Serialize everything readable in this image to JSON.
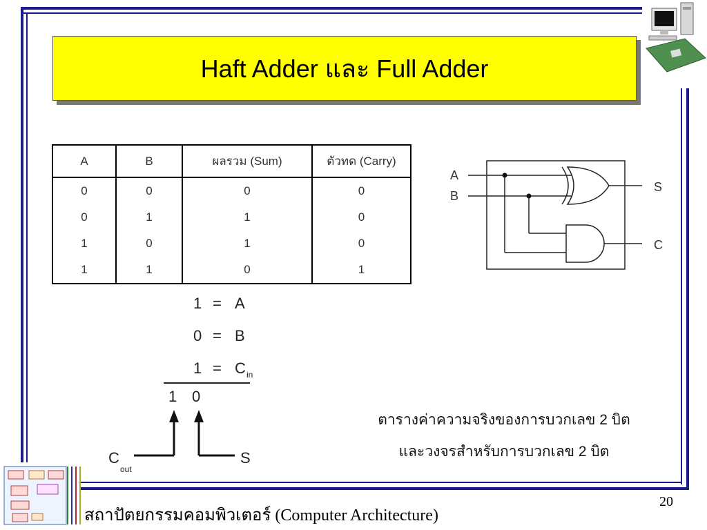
{
  "slide": {
    "title": "Haft Adder และ Full Adder",
    "footer": "สถาปัตยกรรมคอมพิวเตอร์ (Computer Architecture)",
    "page_number": "20"
  },
  "truth_table": {
    "headers": [
      "A",
      "B",
      "ผลรวม (Sum)",
      "ตัวทด (Carry)"
    ],
    "rows": [
      [
        "0",
        "0",
        "0",
        "0"
      ],
      [
        "0",
        "1",
        "1",
        "0"
      ],
      [
        "1",
        "0",
        "1",
        "0"
      ],
      [
        "1",
        "1",
        "0",
        "1"
      ]
    ]
  },
  "addition": {
    "row1_value": "1",
    "row1_label": "A",
    "row2_value": "0",
    "row2_label": "B",
    "row3_value": "1",
    "row3_label": "C",
    "row3_sub": "in",
    "equals": "=",
    "result_carry": "1",
    "result_sum": "0",
    "carry_label": "C",
    "carry_sub": "out",
    "sum_label": "S"
  },
  "circuit": {
    "input_a": "A",
    "input_b": "B",
    "output_s": "S",
    "output_c": "C"
  },
  "caption": {
    "line1": "ตารางค่าความจริงของการบวกเลข 2 บิต",
    "line2": "และวงจรสำหรับการบวกเลข 2 บิต"
  }
}
